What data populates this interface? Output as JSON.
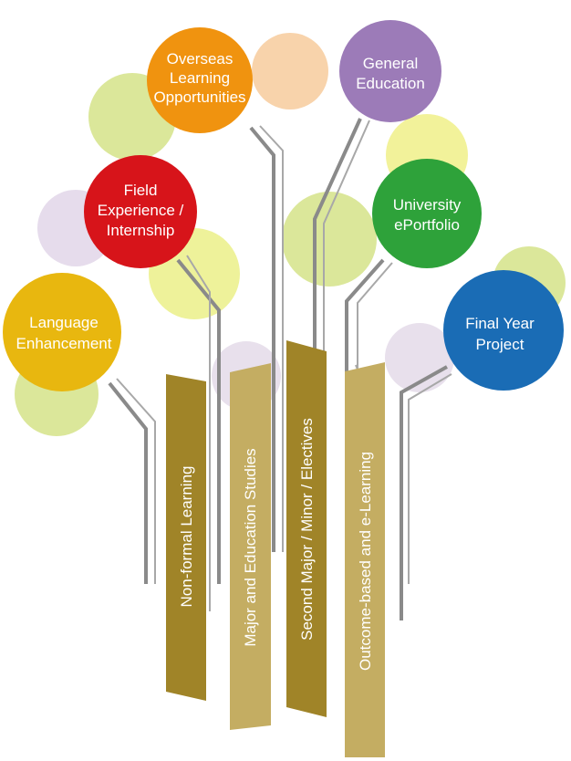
{
  "circles": {
    "overseas": {
      "lines": [
        "Overseas",
        "Learning",
        "Opportunities"
      ],
      "color": "#f0930f"
    },
    "general_education": {
      "lines": [
        "General",
        "Education"
      ],
      "color": "#9c7bb8"
    },
    "field_experience": {
      "lines": [
        "Field",
        "Experience /",
        "Internship"
      ],
      "color": "#d7141a"
    },
    "eportfolio": {
      "lines": [
        "University",
        "ePortfolio"
      ],
      "color": "#2ea23a"
    },
    "language": {
      "lines": [
        "Language",
        "Enhancement"
      ],
      "color": "#e8b70f"
    },
    "final_year": {
      "lines": [
        "Final Year",
        "Project"
      ],
      "color": "#1a6cb5"
    }
  },
  "banners": {
    "non_formal": {
      "label": "Non-formal Learning",
      "color": "#a08428"
    },
    "major": {
      "label": "Major and Education Studies",
      "color": "#c4ad62"
    },
    "second_major": {
      "label": "Second Major / Minor / Electives",
      "color": "#a08428"
    },
    "outcome": {
      "label": "Outcome-based and e-Learning",
      "color": "#c4ad62"
    }
  }
}
